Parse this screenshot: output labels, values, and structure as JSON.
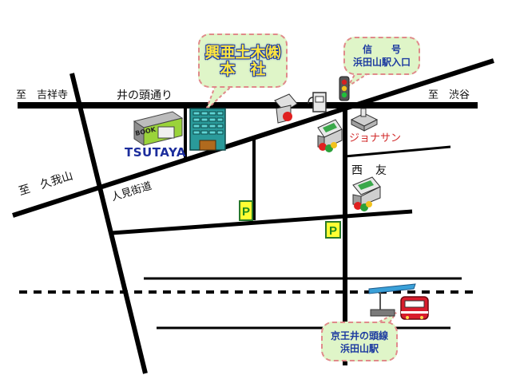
{
  "labels": {
    "to_kichijoji": "至　吉祥寺",
    "inokashira_dori": "井の頭通り",
    "to_shibuya": "至　渋谷",
    "to_kugayama": "至　久我山",
    "hitomi_kaido": "人見街道",
    "nishi": "西",
    "tomo": "友",
    "tsutaya": "TSUTAYA",
    "jonathan": "ジョナサン"
  },
  "callouts": {
    "company": {
      "line1": "興亜土木㈱",
      "line2": "本　社"
    },
    "signal": {
      "line1": "信　　号",
      "line2": "浜田山駅入口"
    },
    "station": {
      "line1": "京王井の頭線",
      "line2": "浜田山駅"
    }
  },
  "parking": [
    "P",
    "P"
  ],
  "boon_sign": "BOOK",
  "colors": {
    "road": "#000000",
    "callout_fill": "#dff5c8",
    "callout_border": "#e08a8a",
    "callout_text_blue": "#1c3aa0",
    "company_text": "#ffe640",
    "parking_fill": "#ffff33",
    "train_red": "#d81c2c",
    "building_teal": "#2a9a9a",
    "jonathan_red": "#d12a2a"
  }
}
